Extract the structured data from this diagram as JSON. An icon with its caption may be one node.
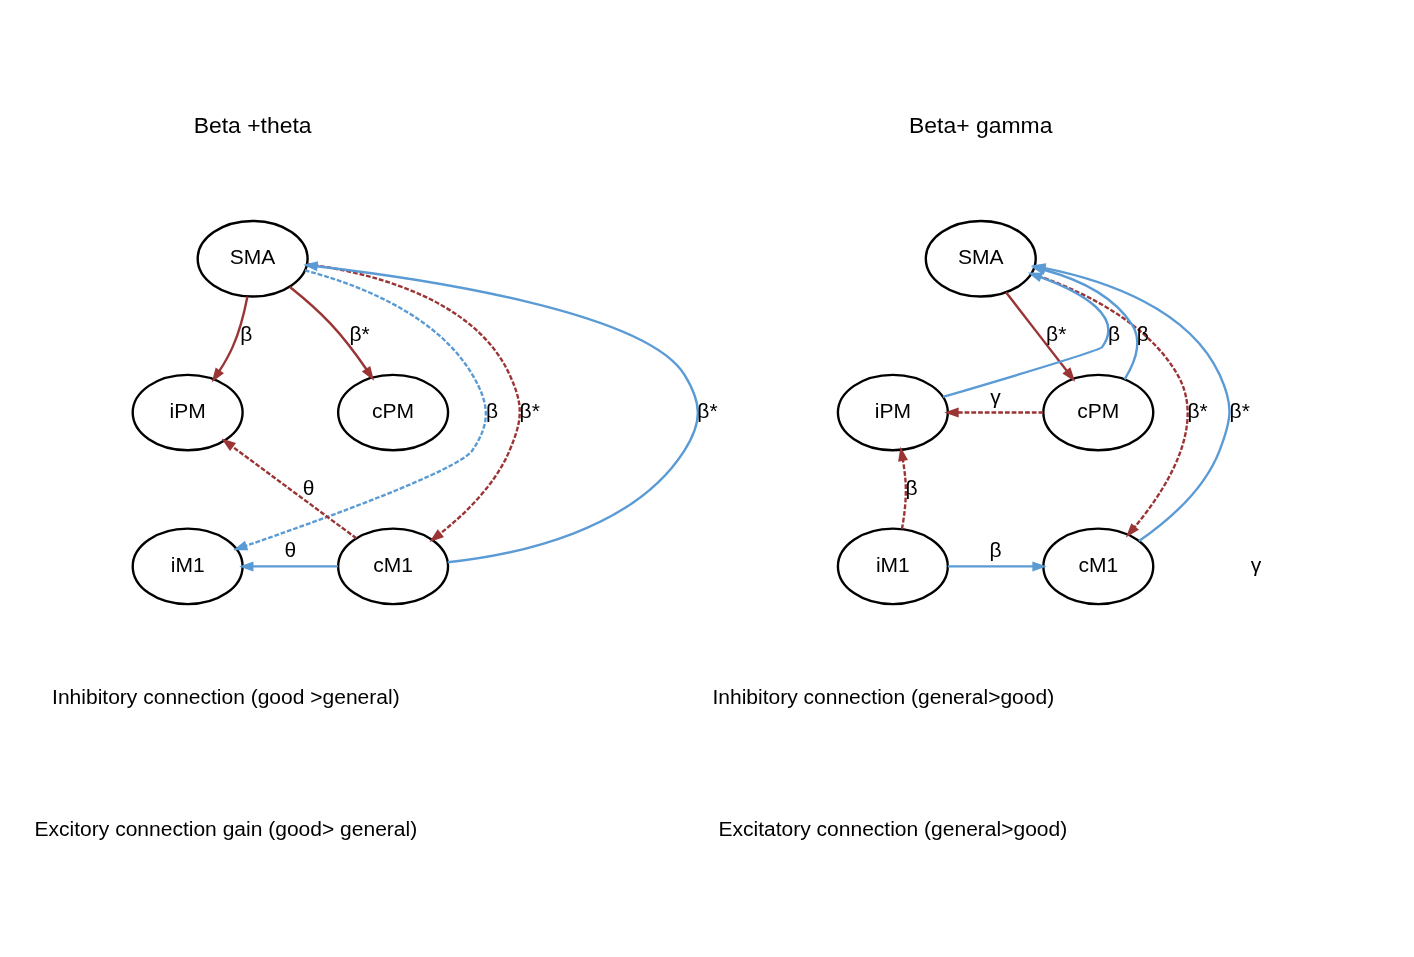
{
  "diagram": {
    "nodes": [
      {
        "text": [
          "SMA"
        ]
      },
      {
        "text": [
          "iPM"
        ]
      },
      {
        "text": [
          "cPM"
        ]
      },
      {
        "text": [
          "iM1"
        ]
      },
      {
        "text": [
          "cM1"
        ]
      },
      {
        "text": [
          "SMA"
        ]
      },
      {
        "text": [
          "iPM"
        ]
      },
      {
        "text": [
          "cPM"
        ]
      },
      {
        "text": [
          "iM1"
        ]
      },
      {
        "text": [
          "cM1"
        ]
      }
    ],
    "edges": [
      {
        "from": 0,
        "to": 1,
        "arrow": "to",
        "label": "β",
        "color": "#9b3535"
      },
      {
        "from": 0,
        "to": 2,
        "arrow": "to",
        "label": "β*",
        "color": "#9b3535"
      },
      {
        "from": 0,
        "to": 3,
        "arrow": "to",
        "label": "β",
        "style": "dashed",
        "color": "#5b9bd5"
      },
      {
        "from": 4,
        "to": 0,
        "arrow": "to",
        "label": "β*",
        "color": "#5b9bd5"
      },
      {
        "from": 0,
        "to": 4,
        "arrow": "to",
        "label": "β*",
        "style": "dashed",
        "color": "#9b3535"
      },
      {
        "from": 4,
        "to": 1,
        "arrow": "to",
        "label": "θ",
        "style": "dashed",
        "color": "#9b3535"
      },
      {
        "from": 4,
        "to": 3,
        "arrow": "to",
        "label": "θ",
        "color": "#5b9bd5"
      },
      {
        "from": 6,
        "to": 5,
        "arrow": "to",
        "label": "β",
        "color": "#5b9bd5"
      },
      {
        "from": 5,
        "to": 7,
        "arrow": "to",
        "label": "β*",
        "color": "#9b3535"
      },
      {
        "from": 7,
        "to": 5,
        "arrow": "to",
        "label": "β",
        "color": "#5b9bd5"
      },
      {
        "from": 7,
        "to": 6,
        "arrow": "to",
        "label": "γ",
        "style": "dashed",
        "color": "#9b3535"
      },
      {
        "from": 5,
        "to": 9,
        "arrow": "to",
        "label": "β*",
        "style": "dashed",
        "color": "#9b3535"
      },
      {
        "from": 9,
        "to": 5,
        "arrow": "to",
        "label": "β*",
        "color": "#5b9bd5"
      },
      {
        "from": 8,
        "to": 6,
        "arrow": "to",
        "label": "β",
        "style": "dashed",
        "color": "#9b3535"
      },
      {
        "from": 8,
        "to": 9,
        "arrow": "to",
        "label": "β",
        "color": "#5b9bd5"
      }
    ],
    "labels": [
      "Beta +theta",
      "Beta+ gamma",
      "γ"
    ],
    "legend": [
      {
        "text": "Inhibitory connection (good >general)"
      },
      {
        "text": "Inhibitory connection (general>good)"
      },
      {
        "text": "Excitory connection gain (good> general)"
      },
      {
        "text": "Excitatory connection (general>good)"
      }
    ]
  }
}
